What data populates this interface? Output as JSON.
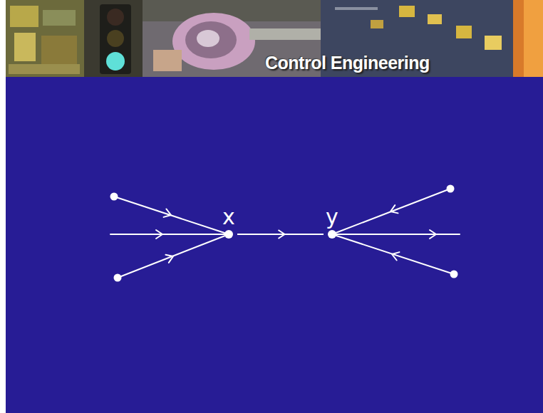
{
  "diagram": {
    "nodes": [
      {
        "text": [
          "x"
        ]
      },
      {
        "text": [
          "y"
        ]
      }
    ],
    "edges": [
      {
        "from": 0,
        "to": 1,
        "arrow": "to"
      }
    ],
    "labels": [
      "Control Engineering"
    ]
  }
}
